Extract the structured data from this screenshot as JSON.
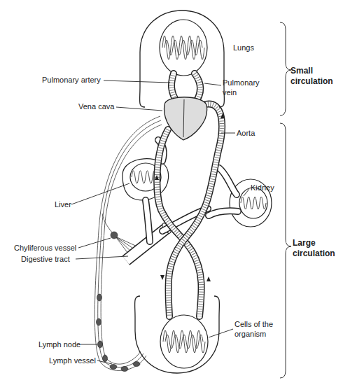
{
  "diagram": {
    "nodes": [
      {
        "text": [
          "Lungs"
        ]
      },
      {
        "text": [
          "Cells of the organism"
        ]
      }
    ],
    "labels": [
      "Small circulation",
      "Pulmonary artery",
      "Pulmonary vein",
      "Vena cava",
      "Aorta",
      "Liver",
      "Kidney",
      "Large circulation",
      "Chyliferous vessel",
      "Digestive tract",
      "Lymph node",
      "Lymph vessel"
    ]
  }
}
